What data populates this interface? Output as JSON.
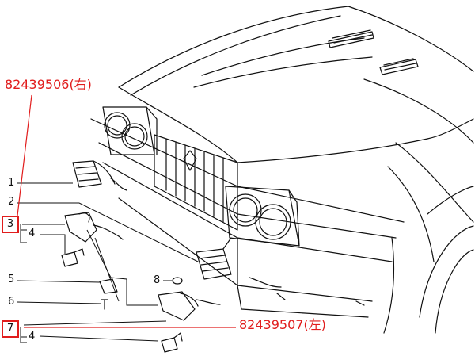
{
  "part_labels": {
    "right": "82439506(右)",
    "left": "82439507(左)"
  },
  "callouts": {
    "c1": "1",
    "c2": "2",
    "c3": "3",
    "c4a": "4",
    "c5": "5",
    "c6": "6",
    "c7": "7",
    "c4b": "4",
    "c8": "8"
  },
  "colors": {
    "line": "#111111",
    "highlight": "#e11d1d"
  }
}
